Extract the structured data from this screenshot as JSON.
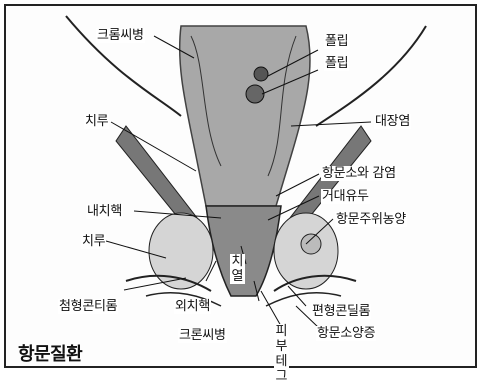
{
  "title": "항문질환",
  "labels": {
    "crohn_top": "크롬씨병",
    "polyp1": "폴립",
    "polyp2": "폴립",
    "fistula_top": "치루",
    "colitis": "대장염",
    "abscess_infection": "항문소와 감염",
    "giant_papilla": "거대유두",
    "internal_hemorrhoid": "내치핵",
    "perianal_abscess": "항문주위농양",
    "fistula_low": "치루",
    "condyloma": "첨형콘티롬",
    "external_hemorrhoid": "외치핵",
    "fissure": "치열",
    "skin_tag": "피부테그",
    "crohn_bottom": "크론씨병",
    "condyloma_lata": "편형콘딜롬",
    "pruritus": "항문소양증"
  }
}
